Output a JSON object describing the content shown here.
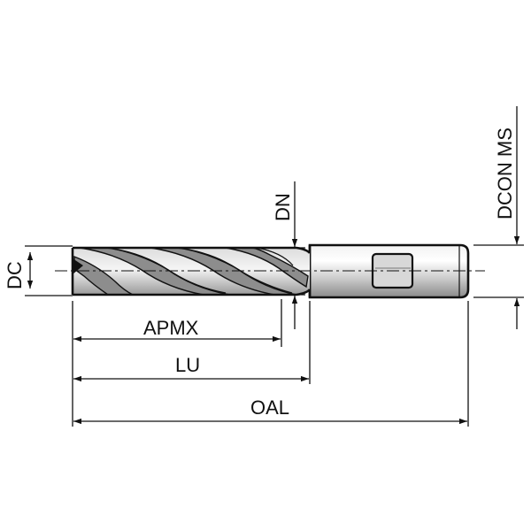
{
  "labels": {
    "dc": "DC",
    "dn": "DN",
    "dcon_ms": "DCON MS",
    "apmx": "APMX",
    "lu": "LU",
    "oal": "OAL"
  },
  "colors": {
    "line": "#111111",
    "tool_light": "#e8e8e8",
    "tool_mid": "#b5b5b5",
    "tool_dark": "#7d7d7d"
  }
}
